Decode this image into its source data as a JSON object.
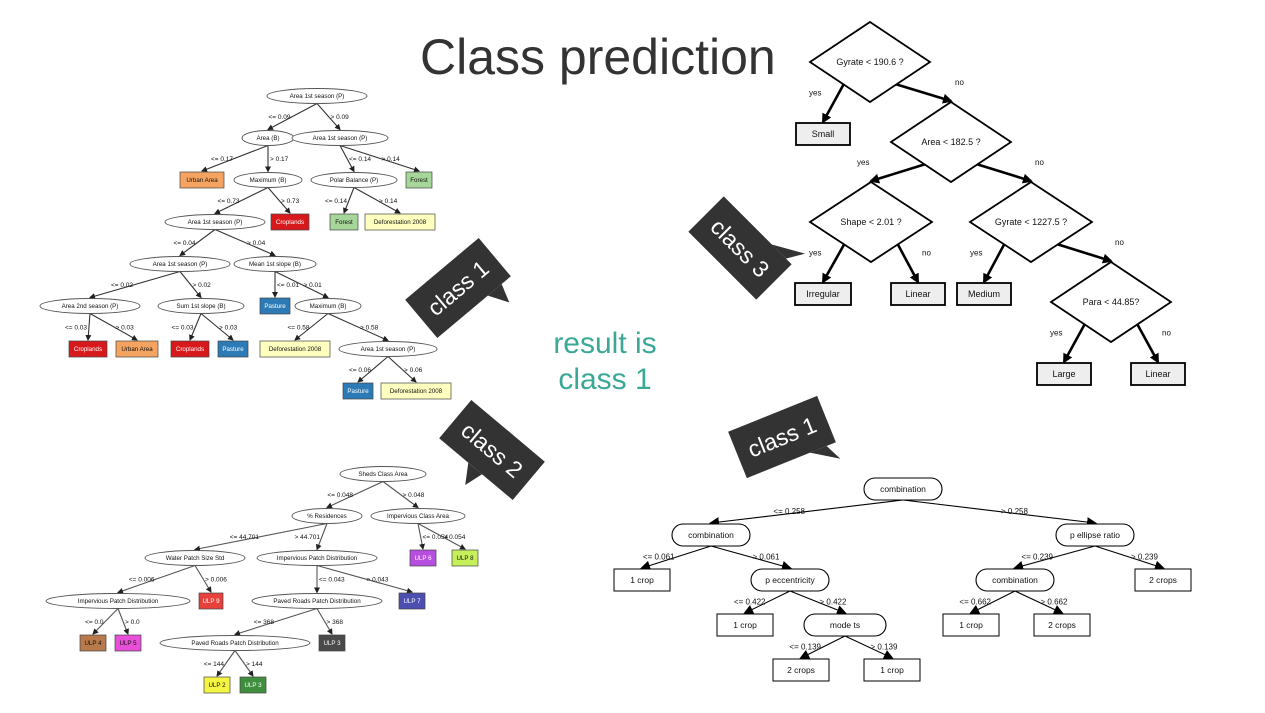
{
  "title": "Class prediction",
  "result": {
    "line1": "result is",
    "line2": "class 1"
  },
  "callout_color": "#333333",
  "accent_color": "#3aa896",
  "callouts": [
    {
      "id": "c1a",
      "label": "class 1"
    },
    {
      "id": "c2",
      "label": "class 2"
    },
    {
      "id": "c3",
      "label": "class 3"
    },
    {
      "id": "c1b",
      "label": "class 1"
    }
  ],
  "tree1": {
    "nodes": [
      {
        "id": "n0",
        "type": "split",
        "label": "Area 1st season (P)"
      },
      {
        "id": "n1",
        "type": "split",
        "label": "Area (B)"
      },
      {
        "id": "n2",
        "type": "split",
        "label": "Area 1st season (P)"
      },
      {
        "id": "n3",
        "type": "leaf",
        "label": "Urban Area",
        "color": "#f4a460"
      },
      {
        "id": "n4",
        "type": "split",
        "label": "Maximum (B)"
      },
      {
        "id": "n5",
        "type": "split",
        "label": "Polar Balance (P)"
      },
      {
        "id": "n6",
        "type": "leaf",
        "label": "Forest",
        "color": "#a6d69a"
      },
      {
        "id": "n7",
        "type": "split",
        "label": "Area 1st season (P)"
      },
      {
        "id": "n8",
        "type": "leaf",
        "label": "Croplands",
        "color": "#d7191c"
      },
      {
        "id": "n9",
        "type": "leaf",
        "label": "Forest",
        "color": "#a6d69a"
      },
      {
        "id": "n10",
        "type": "leaf",
        "label": "Deforestation 2008",
        "color": "#ffffbf"
      },
      {
        "id": "n11",
        "type": "split",
        "label": "Area 1st season (P)"
      },
      {
        "id": "n12",
        "type": "split",
        "label": "Mean 1st slope (B)"
      },
      {
        "id": "n13",
        "type": "split",
        "label": "Area 2nd season (P)"
      },
      {
        "id": "n14",
        "type": "split",
        "label": "Sum 1st slope (B)"
      },
      {
        "id": "n15",
        "type": "leaf",
        "label": "Pasture",
        "color": "#2c7bb6"
      },
      {
        "id": "n16",
        "type": "split",
        "label": "Maximum (B)"
      },
      {
        "id": "n17",
        "type": "leaf",
        "label": "Croplands",
        "color": "#d7191c"
      },
      {
        "id": "n18",
        "type": "leaf",
        "label": "Urban Area",
        "color": "#f4a460"
      },
      {
        "id": "n19",
        "type": "leaf",
        "label": "Croplands",
        "color": "#d7191c"
      },
      {
        "id": "n20",
        "type": "leaf",
        "label": "Pasture",
        "color": "#2c7bb6"
      },
      {
        "id": "n21",
        "type": "leaf",
        "label": "Deforestation 2008",
        "color": "#ffffbf"
      },
      {
        "id": "n22",
        "type": "split",
        "label": "Area 1st season (P)"
      },
      {
        "id": "n23",
        "type": "leaf",
        "label": "Pasture",
        "color": "#2c7bb6"
      },
      {
        "id": "n24",
        "type": "leaf",
        "label": "Deforestation 2008",
        "color": "#ffffbf"
      }
    ],
    "edges": [
      {
        "from": "n0",
        "to": "n1",
        "label": "<= 0.09"
      },
      {
        "from": "n0",
        "to": "n2",
        "label": "> 0.09"
      },
      {
        "from": "n1",
        "to": "n3",
        "label": "<= 0.17"
      },
      {
        "from": "n1",
        "to": "n4",
        "label": "> 0.17"
      },
      {
        "from": "n2",
        "to": "n5",
        "label": "<= 0.14"
      },
      {
        "from": "n2",
        "to": "n6",
        "label": "> 0.14"
      },
      {
        "from": "n4",
        "to": "n7",
        "label": "<= 0.73"
      },
      {
        "from": "n4",
        "to": "n8",
        "label": "> 0.73"
      },
      {
        "from": "n5",
        "to": "n9",
        "label": "<= 0.14"
      },
      {
        "from": "n5",
        "to": "n10",
        "label": "> 0.14"
      },
      {
        "from": "n7",
        "to": "n11",
        "label": "<= 0.04"
      },
      {
        "from": "n7",
        "to": "n12",
        "label": "> 0.04"
      },
      {
        "from": "n11",
        "to": "n13",
        "label": "<= 0.02"
      },
      {
        "from": "n11",
        "to": "n14",
        "label": "> 0.02"
      },
      {
        "from": "n12",
        "to": "n15",
        "label": "<= 0.01"
      },
      {
        "from": "n12",
        "to": "n16",
        "label": "> 0.01"
      },
      {
        "from": "n13",
        "to": "n17",
        "label": "<= 0.03"
      },
      {
        "from": "n13",
        "to": "n18",
        "label": "> 0.03"
      },
      {
        "from": "n14",
        "to": "n19",
        "label": "<= 0.03"
      },
      {
        "from": "n14",
        "to": "n20",
        "label": "> 0.03"
      },
      {
        "from": "n16",
        "to": "n21",
        "label": "<= 0.58"
      },
      {
        "from": "n16",
        "to": "n22",
        "label": "> 0.58"
      },
      {
        "from": "n22",
        "to": "n23",
        "label": "<= 0.06"
      },
      {
        "from": "n22",
        "to": "n24",
        "label": "> 0.06"
      }
    ]
  },
  "tree2": {
    "nodes": [
      {
        "id": "m0",
        "type": "split",
        "label": "Sheds Class Area"
      },
      {
        "id": "m1",
        "type": "split",
        "label": "% Residences"
      },
      {
        "id": "m2",
        "type": "split",
        "label": "Impervious Class Area"
      },
      {
        "id": "m3",
        "type": "split",
        "label": "Water Patch Size Std"
      },
      {
        "id": "m4",
        "type": "split",
        "label": "Impervious Patch Distribution"
      },
      {
        "id": "m5",
        "type": "leaf",
        "label": "ULP 6",
        "color": "#b64fe0"
      },
      {
        "id": "m6",
        "type": "leaf",
        "label": "ULP 8",
        "color": "#c6f05a"
      },
      {
        "id": "m7",
        "type": "split",
        "label": "Impervious Patch Distribution"
      },
      {
        "id": "m8",
        "type": "leaf",
        "label": "ULP 9",
        "color": "#e8413c"
      },
      {
        "id": "m9",
        "type": "split",
        "label": "Paved Roads Patch Distribution"
      },
      {
        "id": "m10",
        "type": "leaf",
        "label": "ULP 7",
        "color": "#4d4fb0"
      },
      {
        "id": "m11",
        "type": "leaf",
        "label": "ULP 4",
        "color": "#b87a4b"
      },
      {
        "id": "m12",
        "type": "leaf",
        "label": "ULP 5",
        "color": "#e84fd8"
      },
      {
        "id": "m13",
        "type": "split",
        "label": "Paved Roads Patch Distribution"
      },
      {
        "id": "m14",
        "type": "leaf",
        "label": "ULP 3",
        "color": "#4a4a4a"
      },
      {
        "id": "m15",
        "type": "leaf",
        "label": "ULP 2",
        "color": "#f4f442"
      },
      {
        "id": "m16",
        "type": "leaf",
        "label": "ULP 3",
        "color": "#3f8f3f"
      }
    ],
    "edges": [
      {
        "from": "m0",
        "to": "m1",
        "label": "<= 0.048"
      },
      {
        "from": "m0",
        "to": "m2",
        "label": "> 0.048"
      },
      {
        "from": "m1",
        "to": "m3",
        "label": "<= 44.701"
      },
      {
        "from": "m1",
        "to": "m4",
        "label": "> 44.701"
      },
      {
        "from": "m2",
        "to": "m5",
        "label": "<= 0.054"
      },
      {
        "from": "m2",
        "to": "m6",
        "label": "> 0.054"
      },
      {
        "from": "m3",
        "to": "m7",
        "label": "<= 0.006"
      },
      {
        "from": "m3",
        "to": "m8",
        "label": "> 0.006"
      },
      {
        "from": "m4",
        "to": "m9",
        "label": "<= 0.043"
      },
      {
        "from": "m4",
        "to": "m10",
        "label": "> 0.043"
      },
      {
        "from": "m7",
        "to": "m11",
        "label": "<= 0.0"
      },
      {
        "from": "m7",
        "to": "m12",
        "label": "> 0.0"
      },
      {
        "from": "m9",
        "to": "m13",
        "label": "<= 368"
      },
      {
        "from": "m9",
        "to": "m14",
        "label": "> 368"
      },
      {
        "from": "m13",
        "to": "m15",
        "label": "<= 144"
      },
      {
        "from": "m13",
        "to": "m16",
        "label": "> 144"
      }
    ]
  },
  "tree3": {
    "nodes": [
      {
        "id": "d0",
        "type": "diamond",
        "label": "Gyrate < 190.6 ?"
      },
      {
        "id": "d1",
        "type": "box",
        "label": "Small"
      },
      {
        "id": "d2",
        "type": "diamond",
        "label": "Area < 182.5 ?"
      },
      {
        "id": "d3",
        "type": "diamond",
        "label": "Shape < 2.01 ?"
      },
      {
        "id": "d4",
        "type": "diamond",
        "label": "Gyrate < 1227.5 ?"
      },
      {
        "id": "d5",
        "type": "box",
        "label": "Irregular"
      },
      {
        "id": "d6",
        "type": "box",
        "label": "Linear"
      },
      {
        "id": "d7",
        "type": "box",
        "label": "Medium"
      },
      {
        "id": "d8",
        "type": "diamond",
        "label": "Para < 44.85?"
      },
      {
        "id": "d9",
        "type": "box",
        "label": "Large"
      },
      {
        "id": "d10",
        "type": "box",
        "label": "Linear"
      }
    ],
    "edges": [
      {
        "from": "d0",
        "to": "d1",
        "label": "yes"
      },
      {
        "from": "d0",
        "to": "d2",
        "label": "no"
      },
      {
        "from": "d2",
        "to": "d3",
        "label": "yes"
      },
      {
        "from": "d2",
        "to": "d4",
        "label": "no"
      },
      {
        "from": "d3",
        "to": "d5",
        "label": "yes"
      },
      {
        "from": "d3",
        "to": "d6",
        "label": "no"
      },
      {
        "from": "d4",
        "to": "d7",
        "label": "yes"
      },
      {
        "from": "d4",
        "to": "d8",
        "label": "no"
      },
      {
        "from": "d8",
        "to": "d9",
        "label": "yes"
      },
      {
        "from": "d8",
        "to": "d10",
        "label": "no"
      }
    ]
  },
  "tree4": {
    "nodes": [
      {
        "id": "r0",
        "type": "round",
        "label": "combination"
      },
      {
        "id": "r1",
        "type": "round",
        "label": "combination"
      },
      {
        "id": "r2",
        "type": "round",
        "label": "p ellipse ratio"
      },
      {
        "id": "r3",
        "type": "box",
        "label": "1 crop"
      },
      {
        "id": "r4",
        "type": "round",
        "label": "p eccentricity"
      },
      {
        "id": "r5",
        "type": "round",
        "label": "combination"
      },
      {
        "id": "r6",
        "type": "box",
        "label": "2 crops"
      },
      {
        "id": "r7",
        "type": "box",
        "label": "1 crop"
      },
      {
        "id": "r8",
        "type": "round",
        "label": "mode ts"
      },
      {
        "id": "r9",
        "type": "box",
        "label": "1 crop"
      },
      {
        "id": "r10",
        "type": "box",
        "label": "2 crops"
      },
      {
        "id": "r11",
        "type": "box",
        "label": "2 crops"
      },
      {
        "id": "r12",
        "type": "box",
        "label": "1 crop"
      }
    ],
    "edges": [
      {
        "from": "r0",
        "to": "r1",
        "label": "<= 0.258"
      },
      {
        "from": "r0",
        "to": "r2",
        "label": "> 0.258"
      },
      {
        "from": "r1",
        "to": "r3",
        "label": "<= 0.061"
      },
      {
        "from": "r1",
        "to": "r4",
        "label": "> 0.061"
      },
      {
        "from": "r2",
        "to": "r5",
        "label": "<= 0.239"
      },
      {
        "from": "r2",
        "to": "r6",
        "label": "> 0.239"
      },
      {
        "from": "r4",
        "to": "r7",
        "label": "<= 0.422"
      },
      {
        "from": "r4",
        "to": "r8",
        "label": "> 0.422"
      },
      {
        "from": "r5",
        "to": "r9",
        "label": "<= 0.662"
      },
      {
        "from": "r5",
        "to": "r10",
        "label": "> 0.662"
      },
      {
        "from": "r8",
        "to": "r11",
        "label": "<= 0.139"
      },
      {
        "from": "r8",
        "to": "r12",
        "label": "> 0.139"
      }
    ]
  }
}
